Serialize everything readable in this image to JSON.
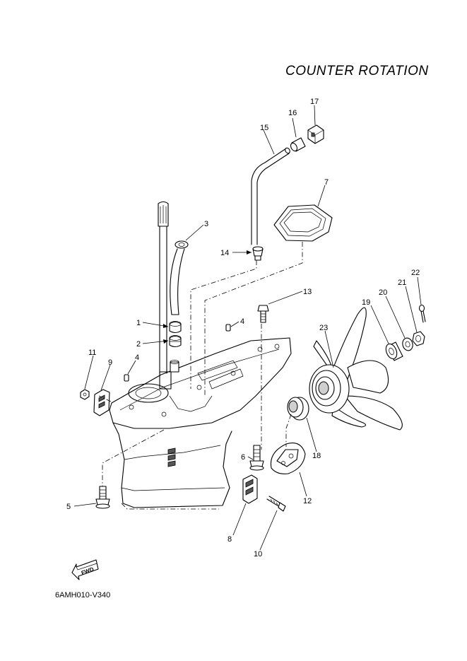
{
  "title": "COUNTER ROTATION",
  "diagram_code": "6AMH010-V340",
  "fwd_label": "FWD",
  "callouts": [
    {
      "id": "1",
      "label": "1"
    },
    {
      "id": "2",
      "label": "2"
    },
    {
      "id": "3",
      "label": "3"
    },
    {
      "id": "4a",
      "label": "4"
    },
    {
      "id": "4b",
      "label": "4"
    },
    {
      "id": "5",
      "label": "5"
    },
    {
      "id": "6",
      "label": "6"
    },
    {
      "id": "7",
      "label": "7"
    },
    {
      "id": "8",
      "label": "8"
    },
    {
      "id": "9",
      "label": "9"
    },
    {
      "id": "10",
      "label": "10"
    },
    {
      "id": "11",
      "label": "11"
    },
    {
      "id": "12",
      "label": "12"
    },
    {
      "id": "13",
      "label": "13"
    },
    {
      "id": "14",
      "label": "14"
    },
    {
      "id": "15",
      "label": "15"
    },
    {
      "id": "16",
      "label": "16"
    },
    {
      "id": "17",
      "label": "17"
    },
    {
      "id": "18",
      "label": "18"
    },
    {
      "id": "19",
      "label": "19"
    },
    {
      "id": "20",
      "label": "20"
    },
    {
      "id": "21",
      "label": "21"
    },
    {
      "id": "22",
      "label": "22"
    },
    {
      "id": "23",
      "label": "23"
    }
  ]
}
